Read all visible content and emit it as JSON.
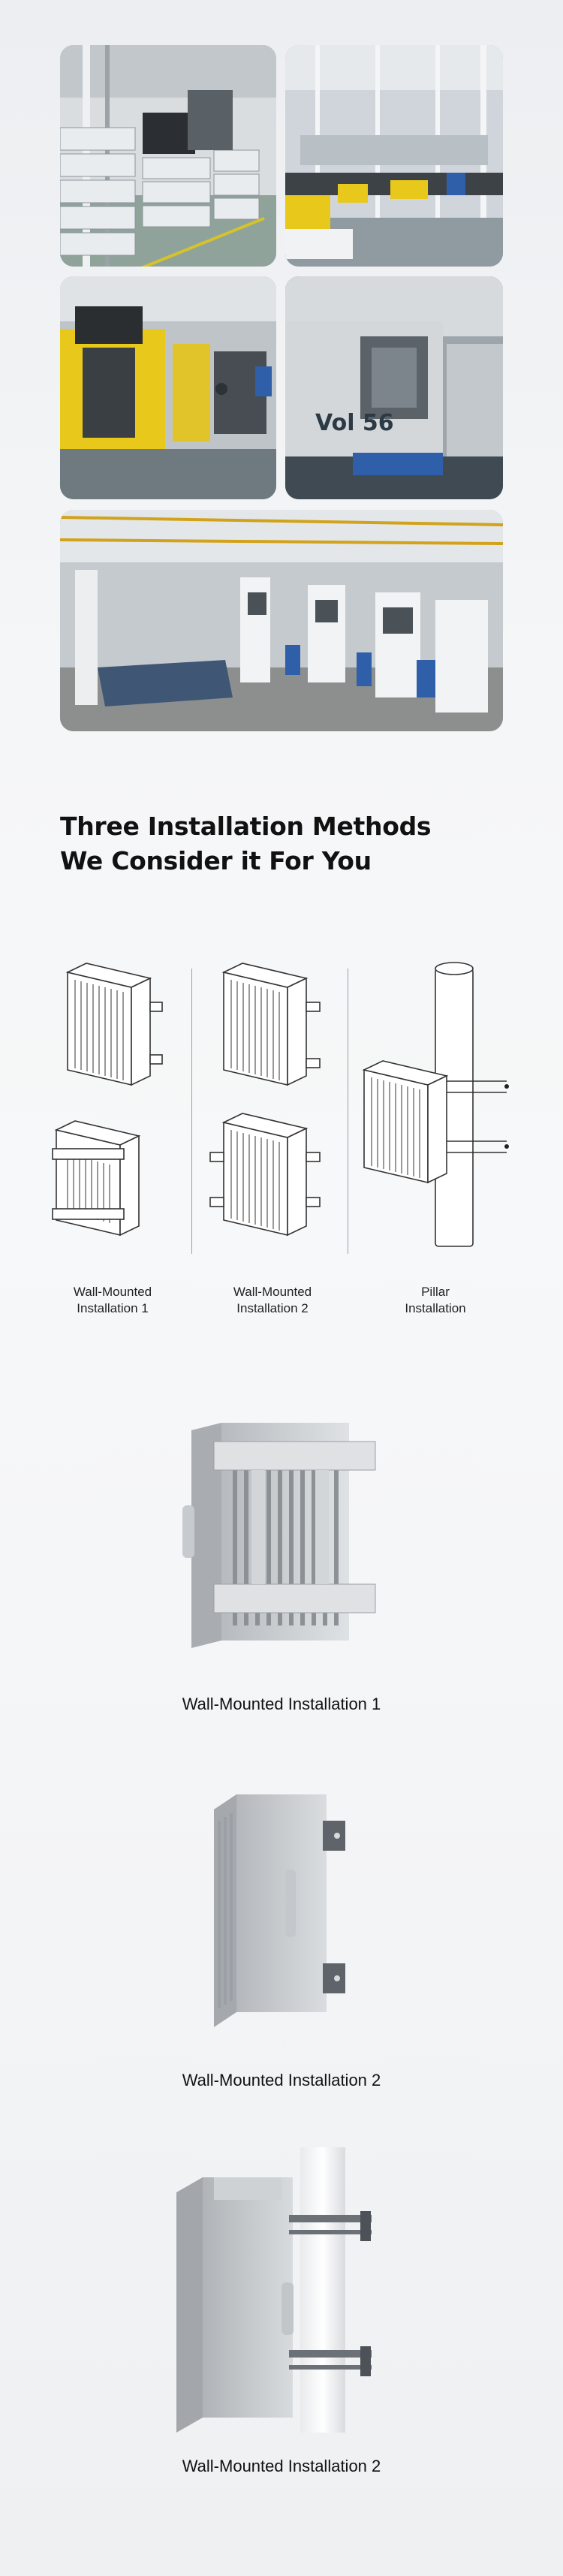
{
  "factory_photos": [
    {
      "name": "warehouse-stacks-photo",
      "alt": ""
    },
    {
      "name": "assembly-line-photo",
      "alt": ""
    },
    {
      "name": "yellow-machinery-photo",
      "alt": ""
    },
    {
      "name": "cnc-machine-photo",
      "alt": ""
    },
    {
      "name": "workshop-hall-photo",
      "alt": ""
    }
  ],
  "cnc_machine_brand": "Vol 56",
  "heading": {
    "line1": "Three Installation Methods",
    "line2": "We Consider it For You"
  },
  "methods": [
    {
      "line1": "Wall-Mounted",
      "line2": "Installation 1"
    },
    {
      "line1": "Wall-Mounted",
      "line2": "Installation 2"
    },
    {
      "line1": "Pillar",
      "line2": "Installation"
    }
  ],
  "products": [
    {
      "caption": "Wall-Mounted Installation 1"
    },
    {
      "caption": "Wall-Mounted Installation 2"
    },
    {
      "caption": "Wall-Mounted Installation 2"
    }
  ],
  "colors": {
    "accent_yellow": "#e8c81a",
    "machine_blue": "#2f5fa8",
    "enclosure_grey": "#c9ccd0"
  }
}
